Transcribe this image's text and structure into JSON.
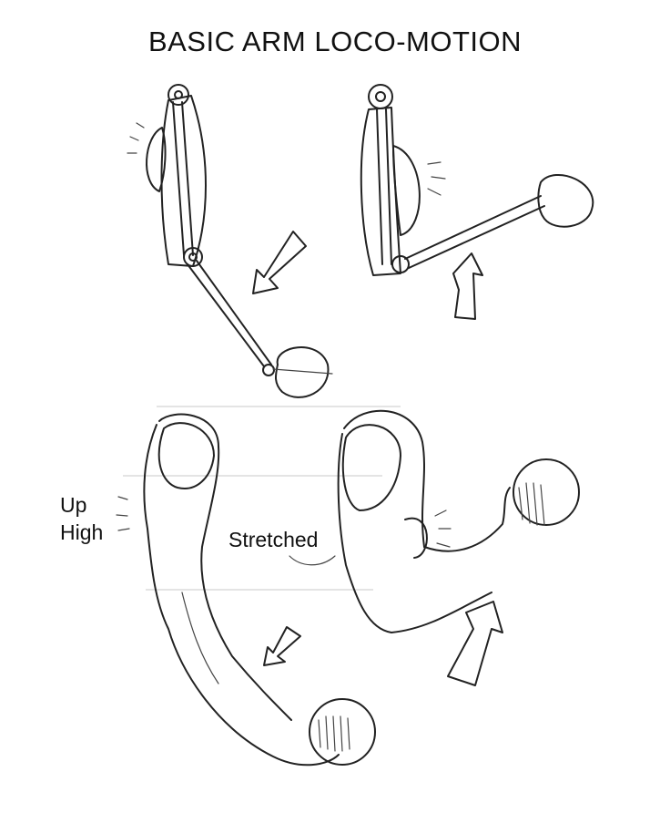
{
  "title": "BASIC ARM LOCO-MOTION",
  "labels": {
    "up": "Up",
    "high": "High",
    "stretched": "Stretched"
  },
  "colors": {
    "ink": "#222222",
    "paper": "#ffffff",
    "guide": "#c9c9c9"
  }
}
